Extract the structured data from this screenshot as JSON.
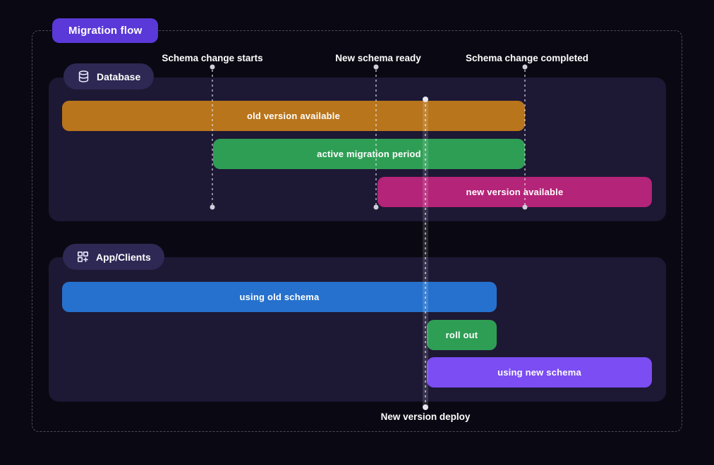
{
  "title_badge": {
    "label": "Migration flow",
    "bg_color": "#5a39d8"
  },
  "milestones": [
    {
      "label": "Schema change starts"
    },
    {
      "label": "New schema ready"
    },
    {
      "label": "Schema change completed"
    }
  ],
  "deploy_marker": {
    "label": "New version deploy"
  },
  "database_section": {
    "badge": {
      "label": "Database",
      "icon": "database-icon"
    },
    "bars": [
      {
        "label": "old version available",
        "color": "#b9751c",
        "from": "start of timeline",
        "to": "Schema change completed"
      },
      {
        "label": "active migration period",
        "color": "#2f9e55",
        "from": "Schema change starts",
        "to": "Schema change completed"
      },
      {
        "label": "new version available",
        "color": "#b42478",
        "from": "New schema ready",
        "to": "end of timeline"
      }
    ]
  },
  "app_section": {
    "badge": {
      "label": "App/Clients",
      "icon": "apps-plus-icon"
    },
    "bars": [
      {
        "label": "using old schema",
        "color": "#2671cd",
        "from": "start of timeline",
        "to": "after roll out"
      },
      {
        "label": "roll out",
        "color": "#2f9e55",
        "from": "New version deploy",
        "to": "after roll out"
      },
      {
        "label": "using new schema",
        "color": "#7b4df2",
        "from": "New version deploy",
        "to": "end of timeline"
      }
    ]
  },
  "colors": {
    "background": "#0a0812",
    "panel": "#1d1834",
    "pill": "#2e2854",
    "frame_dash": "rgba(255,255,255,0.28)",
    "marker_dot": "#cfcfda"
  }
}
